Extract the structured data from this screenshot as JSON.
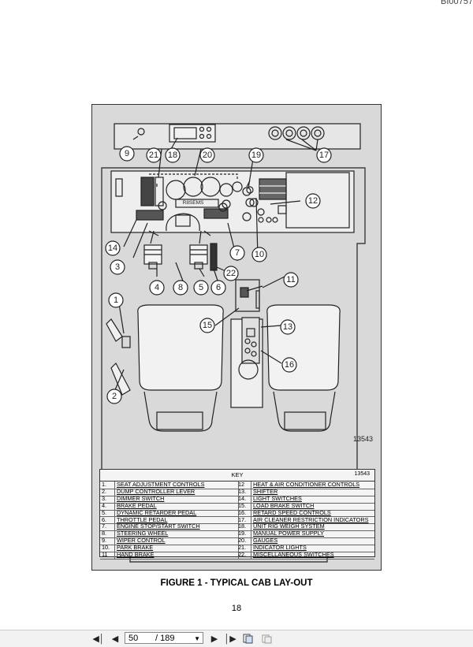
{
  "corner_code": "BI00757",
  "figure": {
    "drawing_number": "13543",
    "caption": "FIGURE 1 - TYPICAL CAB LAY-OUT",
    "callouts": [
      "1",
      "2",
      "3",
      "4",
      "5",
      "6",
      "7",
      "8",
      "9",
      "10",
      "11",
      "12",
      "13",
      "14",
      "15",
      "16",
      "17",
      "18",
      "19",
      "20",
      "21",
      "22"
    ],
    "gauge_label": "R8SEMS"
  },
  "key": {
    "title": "KEY",
    "code": "13543",
    "left_numbers": [
      "1.",
      "2.",
      "3.",
      "4.",
      "5.",
      "6.",
      "7.",
      "8.",
      "9.",
      "10.",
      "11"
    ],
    "left_items": [
      "SEAT ADJUSTMENT CONTROLS",
      "DUMP CONTROLLER LEVER",
      "DIMMER SWITCH",
      "BRAKE PEDAL",
      "DYNAMIC RETARDER PEDAL",
      "THROTTLE PEDAL",
      "ENGINE STOP/START SWITCH",
      "STEERING WHEEL",
      "WIPER CONTROL",
      "PARK BRAKE",
      "HAND BRAKE"
    ],
    "right_numbers": [
      "12",
      "13.",
      "14.",
      "15.",
      "16.",
      "17.",
      "18.",
      "19.",
      "20.",
      "21.",
      "22."
    ],
    "right_items": [
      "HEAT & AIR CONDITIONER CONTROLS",
      "SHIFTER",
      "LIGHT SWITCHES",
      "LOAD BRAKE SWITCH",
      "RETARD SPEED CONTROLS",
      "AIR CLEANER RESTRICTION INDICATORS",
      "UNIT RIG WEIGH SYSTEM",
      "MANUAL POWER SUPPLY",
      "GAUGES",
      "INDICATOR LIGHTS",
      "MISCELLANEOUS SWITCHES"
    ]
  },
  "page_number": "18",
  "viewer": {
    "current_page": "50",
    "total_pages": "/ 189",
    "icons": [
      "first-page-icon",
      "prev-page-icon",
      "dropdown-icon",
      "next-page-icon",
      "last-page-icon",
      "fit-page-icon",
      "fit-width-icon"
    ]
  }
}
